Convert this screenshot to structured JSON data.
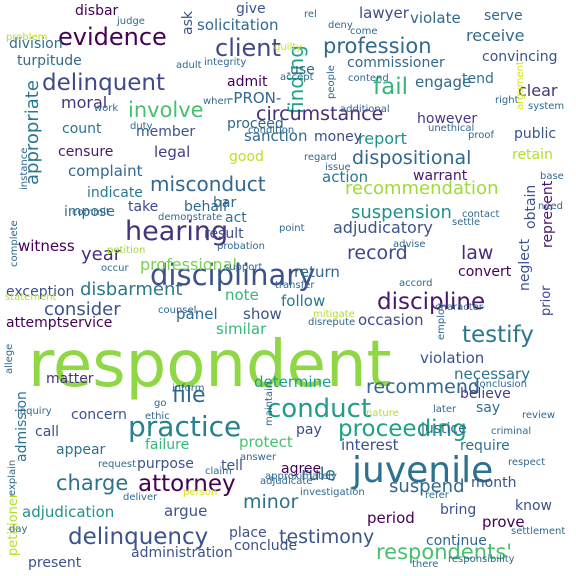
{
  "words": [
    {
      "text": "respondent",
      "color": "#8fd744"
    },
    {
      "text": "juvenile",
      "color": "#2c728e"
    },
    {
      "text": "disciplinary",
      "color": "#3b528b"
    },
    {
      "text": "conduct",
      "color": "#1f9e89"
    },
    {
      "text": "practice",
      "color": "#26828e"
    },
    {
      "text": "hearing",
      "color": "#46337e"
    },
    {
      "text": "evidence",
      "color": "#440154"
    },
    {
      "text": "client",
      "color": "#3e4989"
    },
    {
      "text": "delinquent",
      "color": "#3e4989"
    },
    {
      "text": "discipline",
      "color": "#48186a"
    },
    {
      "text": "delinquency",
      "color": "#3b528b"
    },
    {
      "text": "attorney",
      "color": "#440154"
    },
    {
      "text": "proceeding",
      "color": "#1fa187"
    },
    {
      "text": "testify",
      "color": "#2a788e"
    },
    {
      "text": "charge",
      "color": "#2c728e"
    },
    {
      "text": "respondents'",
      "color": "#48c16e"
    },
    {
      "text": "profession",
      "color": "#31688e"
    },
    {
      "text": "fail",
      "color": "#35b779"
    },
    {
      "text": "involve",
      "color": "#48c16e"
    },
    {
      "text": "file",
      "color": "#31688e"
    },
    {
      "text": "misconduct",
      "color": "#31688e"
    },
    {
      "text": "record",
      "color": "#3e4989"
    },
    {
      "text": "law",
      "color": "#472d7b"
    },
    {
      "text": "finding",
      "color": "#1fa187"
    },
    {
      "text": "recommend",
      "color": "#31688e"
    },
    {
      "text": "testimony",
      "color": "#3b528b"
    },
    {
      "text": "minor",
      "color": "#2c728e"
    },
    {
      "text": "rule",
      "color": "#2c728e"
    },
    {
      "text": "suspend",
      "color": "#31688e"
    },
    {
      "text": "dispositional",
      "color": "#31688e"
    },
    {
      "text": "recommendation",
      "color": "#a0da39"
    },
    {
      "text": "suspension",
      "color": "#21918c"
    },
    {
      "text": "disbarment",
      "color": "#2a788e"
    },
    {
      "text": "circumstance",
      "color": "#472d7b"
    },
    {
      "text": "appropriate",
      "color": "#2a788e"
    },
    {
      "text": "consider",
      "color": "#3b528b"
    },
    {
      "text": "professional",
      "color": "#7ad151"
    },
    {
      "text": "year",
      "color": "#472d7b"
    },
    {
      "text": "lawyer",
      "color": "#3e4989"
    },
    {
      "text": "solicitation",
      "color": "#31688e"
    },
    {
      "text": "commissioner",
      "color": "#31688e"
    },
    {
      "text": "receive",
      "color": "#31688e"
    },
    {
      "text": "violate",
      "color": "#31688e"
    },
    {
      "text": "legal",
      "color": "#433e85"
    },
    {
      "text": "report",
      "color": "#21918c"
    },
    {
      "text": "sanction",
      "color": "#31688e"
    },
    {
      "text": "moral",
      "color": "#46337e"
    },
    {
      "text": "panel",
      "color": "#31688e"
    },
    {
      "text": "show",
      "color": "#3b528b"
    },
    {
      "text": "determine",
      "color": "#1f9e89"
    },
    {
      "text": "matter",
      "color": "#46337e"
    },
    {
      "text": "interest",
      "color": "#3b528b"
    },
    {
      "text": "justice",
      "color": "#31688e"
    },
    {
      "text": "prove",
      "color": "#440154"
    },
    {
      "text": "adjudication",
      "color": "#21918c"
    },
    {
      "text": "period",
      "color": "#440154"
    },
    {
      "text": "argue",
      "color": "#3b528b"
    },
    {
      "text": "bring",
      "color": "#3b528b"
    },
    {
      "text": "witness",
      "color": "#440154"
    },
    {
      "text": "exception",
      "color": "#3b528b"
    },
    {
      "text": "represent",
      "color": "#48186a"
    },
    {
      "text": "prior",
      "color": "#3e4989"
    },
    {
      "text": "violation",
      "color": "#3b528b"
    },
    {
      "text": "necessary",
      "color": "#2c728e"
    },
    {
      "text": "believe",
      "color": "#433e85"
    },
    {
      "text": "require",
      "color": "#2c728e"
    },
    {
      "text": "month",
      "color": "#3b528b"
    },
    {
      "text": "know",
      "color": "#3b528b"
    },
    {
      "text": "occasion",
      "color": "#3e4989"
    },
    {
      "text": "follow",
      "color": "#2a788e"
    },
    {
      "text": "note",
      "color": "#35b779"
    },
    {
      "text": "similar",
      "color": "#35b779"
    },
    {
      "text": "return",
      "color": "#31688e"
    },
    {
      "text": "adjudicatory",
      "color": "#3b528b"
    },
    {
      "text": "convert",
      "color": "#440154"
    },
    {
      "text": "neglect",
      "color": "#3b528b"
    },
    {
      "text": "retain",
      "color": "#b5de2b"
    },
    {
      "text": "clear",
      "color": "#46337e"
    },
    {
      "text": "public",
      "color": "#3b528b"
    },
    {
      "text": "obtain",
      "color": "#3b528b"
    },
    {
      "text": "warrant",
      "color": "#48186a"
    },
    {
      "text": "action",
      "color": "#2a788e"
    },
    {
      "text": "complaint",
      "color": "#31688e"
    },
    {
      "text": "indicate",
      "color": "#2a788e"
    },
    {
      "text": "impose",
      "color": "#2c728e"
    },
    {
      "text": "censure",
      "color": "#48186a"
    },
    {
      "text": "count",
      "color": "#2c728e"
    },
    {
      "text": "member",
      "color": "#3b528b"
    },
    {
      "text": "admit",
      "color": "#440154"
    },
    {
      "text": "good",
      "color": "#bddf26"
    },
    {
      "text": "proceed",
      "color": "#31688e"
    },
    {
      "text": "money",
      "color": "#3e4989"
    },
    {
      "text": "engage",
      "color": "#31688e"
    },
    {
      "text": "tend",
      "color": "#2c728e"
    },
    {
      "text": "however",
      "color": "#443983"
    },
    {
      "text": "serve",
      "color": "#31688e"
    },
    {
      "text": "convincing",
      "color": "#3b528b"
    },
    {
      "text": "division",
      "color": "#2c728e"
    },
    {
      "text": "disbar",
      "color": "#440154"
    },
    {
      "text": "turpitude",
      "color": "#31688e"
    },
    {
      "text": "give",
      "color": "#3b528b"
    },
    {
      "text": "ask",
      "color": "#3b528b"
    },
    {
      "text": "use",
      "color": "#31688e"
    },
    {
      "text": "-PRON-",
      "color": "#31688e"
    },
    {
      "text": "take",
      "color": "#3e4989"
    },
    {
      "text": "behalf",
      "color": "#31688e"
    },
    {
      "text": "bar",
      "color": "#31688e"
    },
    {
      "text": "act",
      "color": "#2c728e"
    },
    {
      "text": "result",
      "color": "#3b528b"
    },
    {
      "text": "attemptservice",
      "color": "#440154"
    },
    {
      "text": "admission",
      "color": "#2c728e"
    },
    {
      "text": "call",
      "color": "#3b528b"
    },
    {
      "text": "appear",
      "color": "#2c728e"
    },
    {
      "text": "concern",
      "color": "#3b528b"
    },
    {
      "text": "failure",
      "color": "#35b779"
    },
    {
      "text": "pay",
      "color": "#3e4989"
    },
    {
      "text": "protect",
      "color": "#48c16e"
    },
    {
      "text": "tell",
      "color": "#3b528b"
    },
    {
      "text": "agree",
      "color": "#440154"
    },
    {
      "text": "purpose",
      "color": "#3b528b"
    },
    {
      "text": "present",
      "color": "#3b528b"
    },
    {
      "text": "administration",
      "color": "#3b528b"
    },
    {
      "text": "conclude",
      "color": "#3b528b"
    },
    {
      "text": "continue",
      "color": "#31688e"
    },
    {
      "text": "place",
      "color": "#3b528b"
    },
    {
      "text": "say",
      "color": "#2c728e"
    },
    {
      "text": "petitioner",
      "color": "#b5de2b"
    },
    {
      "text": "judge",
      "color": "#31688e"
    },
    {
      "text": "rel",
      "color": "#31688e"
    },
    {
      "text": "deny",
      "color": "#31688e"
    },
    {
      "text": "problem",
      "color": "#bddf26"
    },
    {
      "text": "guilty",
      "color": "#d2e21b"
    },
    {
      "text": "come",
      "color": "#31688e"
    },
    {
      "text": "adult",
      "color": "#31688e"
    },
    {
      "text": "integrity",
      "color": "#31688e"
    },
    {
      "text": "people",
      "color": "#31688e"
    },
    {
      "text": "right",
      "color": "#31688e"
    },
    {
      "text": "argument",
      "color": "#d8e219"
    },
    {
      "text": "system",
      "color": "#31688e"
    },
    {
      "text": "accept",
      "color": "#31688e"
    },
    {
      "text": "contend",
      "color": "#31688e"
    },
    {
      "text": "additional",
      "color": "#31688e"
    },
    {
      "text": "duty",
      "color": "#31688e"
    },
    {
      "text": "work",
      "color": "#31688e"
    },
    {
      "text": "when",
      "color": "#31688e"
    },
    {
      "text": "condition",
      "color": "#31688e"
    },
    {
      "text": "unethical",
      "color": "#31688e"
    },
    {
      "text": "proof",
      "color": "#31688e"
    },
    {
      "text": "instance",
      "color": "#31688e"
    },
    {
      "text": "regard",
      "color": "#31688e"
    },
    {
      "text": "issue",
      "color": "#31688e"
    },
    {
      "text": "base",
      "color": "#31688e"
    },
    {
      "text": "commit",
      "color": "#31688e"
    },
    {
      "text": "demonstrate",
      "color": "#31688e"
    },
    {
      "text": "point",
      "color": "#31688e"
    },
    {
      "text": "contact",
      "color": "#31688e"
    },
    {
      "text": "need",
      "color": "#31688e"
    },
    {
      "text": "complete",
      "color": "#31688e"
    },
    {
      "text": "probation",
      "color": "#31688e"
    },
    {
      "text": "advise",
      "color": "#31688e"
    },
    {
      "text": "settle",
      "color": "#31688e"
    },
    {
      "text": "petition",
      "color": "#a0da39"
    },
    {
      "text": "occur",
      "color": "#31688e"
    },
    {
      "text": "support",
      "color": "#31688e"
    },
    {
      "text": "accord",
      "color": "#31688e"
    },
    {
      "text": "transfer",
      "color": "#31688e"
    },
    {
      "text": "statement",
      "color": "#b5de2b"
    },
    {
      "text": "counsel",
      "color": "#31688e"
    },
    {
      "text": "mitigate",
      "color": "#b5de2b"
    },
    {
      "text": "character",
      "color": "#31688e"
    },
    {
      "text": "allege",
      "color": "#31688e"
    },
    {
      "text": "disrepute",
      "color": "#31688e"
    },
    {
      "text": "employ",
      "color": "#31688e"
    },
    {
      "text": "inform",
      "color": "#31688e"
    },
    {
      "text": "go",
      "color": "#31688e"
    },
    {
      "text": "inquiry",
      "color": "#31688e"
    },
    {
      "text": "ethic",
      "color": "#31688e"
    },
    {
      "text": "conclusion",
      "color": "#31688e"
    },
    {
      "text": "maintain",
      "color": "#31688e"
    },
    {
      "text": "nature",
      "color": "#b5de2b"
    },
    {
      "text": "later",
      "color": "#31688e"
    },
    {
      "text": "review",
      "color": "#31688e"
    },
    {
      "text": "criminal",
      "color": "#31688e"
    },
    {
      "text": "answer",
      "color": "#31688e"
    },
    {
      "text": "approximately",
      "color": "#31688e"
    },
    {
      "text": "request",
      "color": "#31688e"
    },
    {
      "text": "claim",
      "color": "#31688e"
    },
    {
      "text": "respect",
      "color": "#31688e"
    },
    {
      "text": "explain",
      "color": "#31688e"
    },
    {
      "text": "deliver",
      "color": "#31688e"
    },
    {
      "text": "person",
      "color": "#d8e219"
    },
    {
      "text": "adjudicate",
      "color": "#31688e"
    },
    {
      "text": "refer",
      "color": "#31688e"
    },
    {
      "text": "investigation",
      "color": "#31688e"
    },
    {
      "text": "day",
      "color": "#31688e"
    },
    {
      "text": "there",
      "color": "#31688e"
    },
    {
      "text": "responsibility",
      "color": "#31688e"
    },
    {
      "text": "settlement",
      "color": "#31688e"
    }
  ]
}
